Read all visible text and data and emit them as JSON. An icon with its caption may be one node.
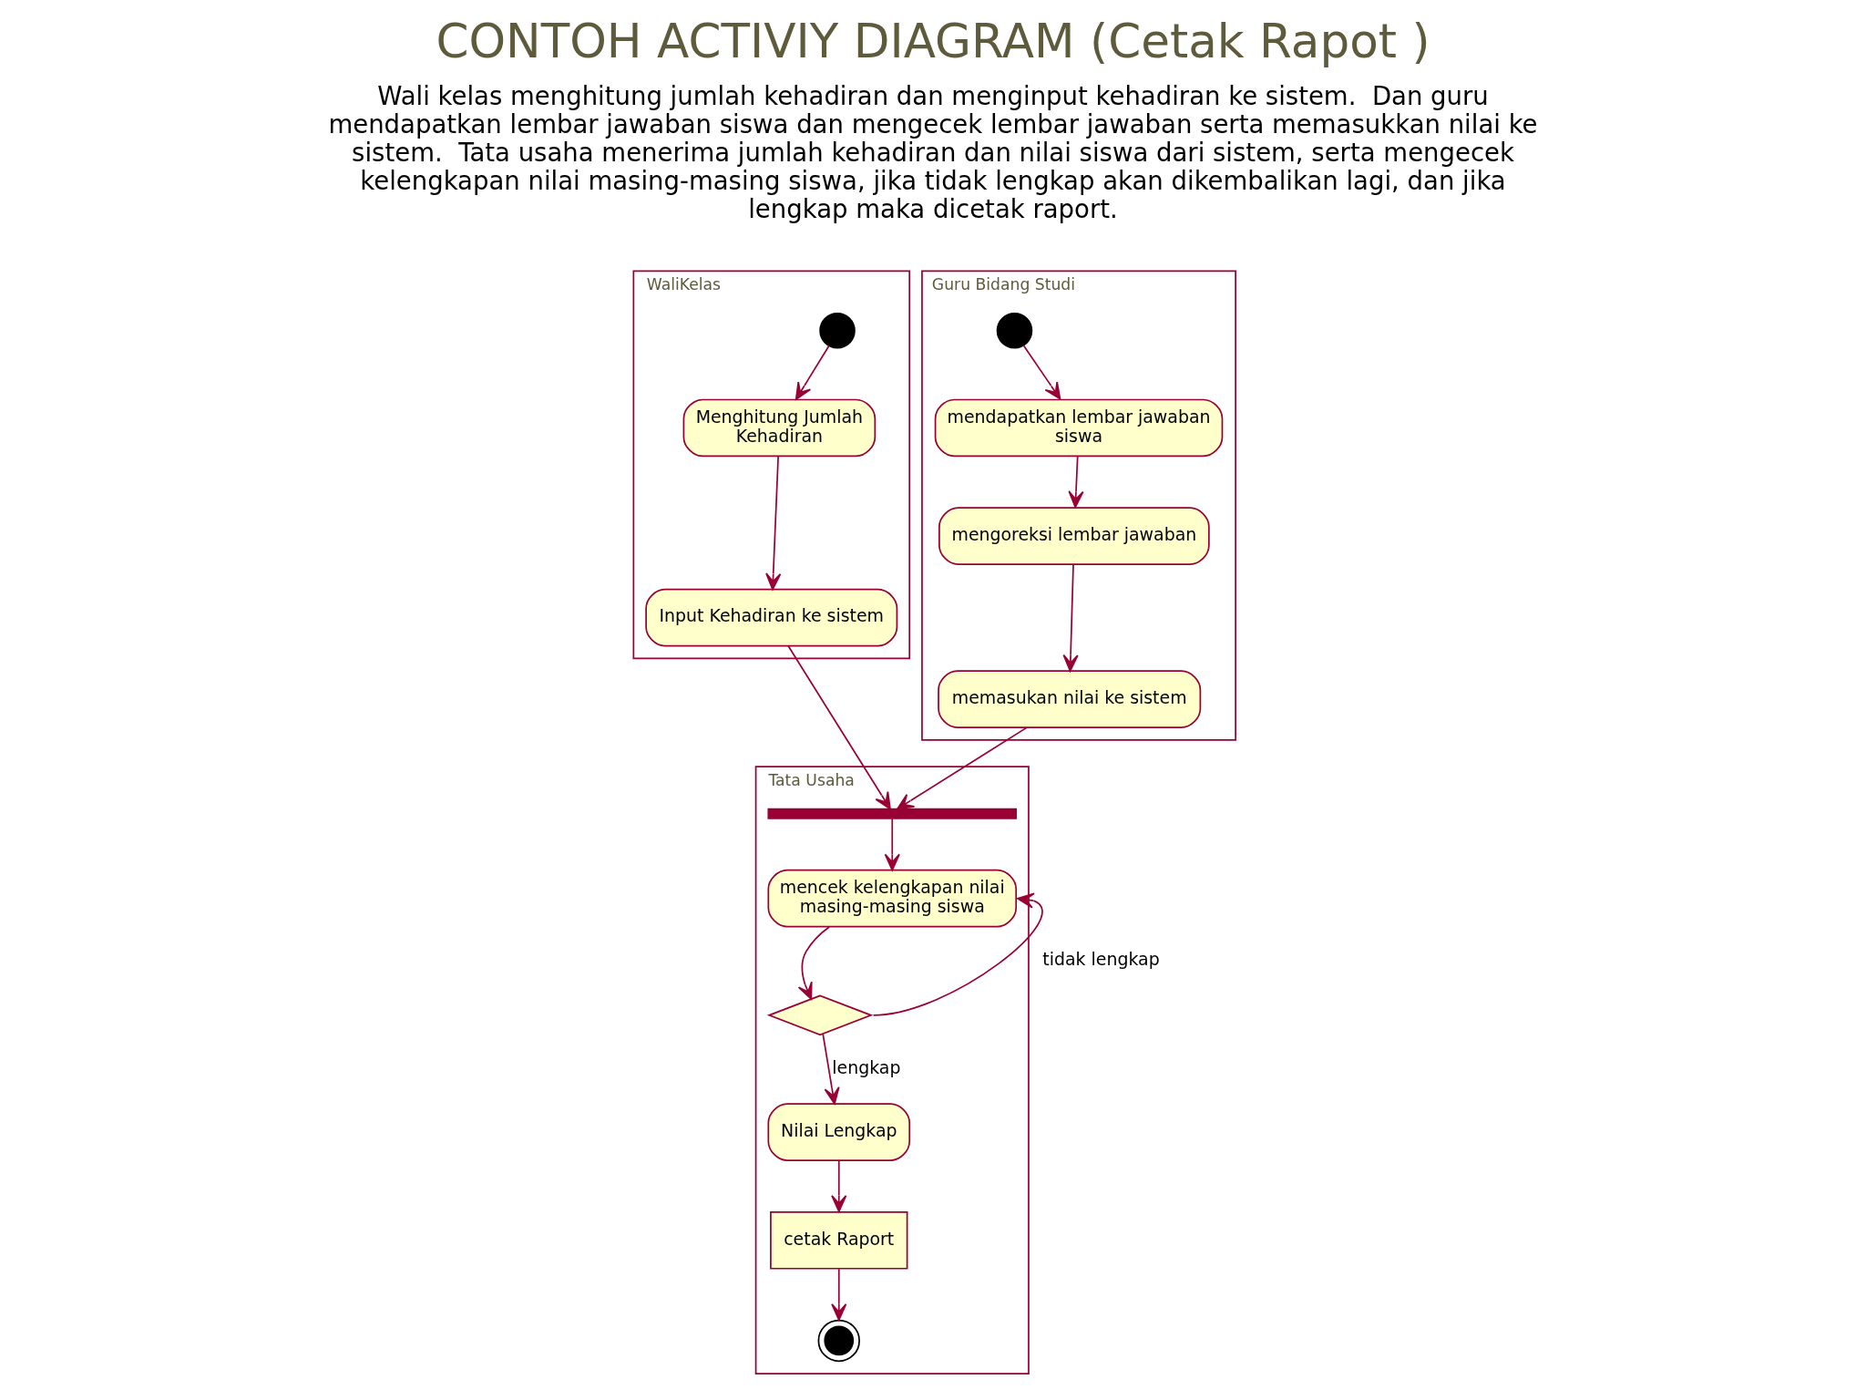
{
  "diagram": {
    "title": "CONTOH ACTIVIY DIAGRAM (Cetak Rapot )",
    "nodes": [
      {
        "text": [
          "WaliKelas"
        ]
      },
      {
        "text": [
          "Tata Usaha"
        ]
      },
      {
        "text": [
          "Guru Bidang Studi"
        ]
      },
      {
        "text": [],
        "shape": "circle",
        "in": 0
      },
      {
        "text": [
          "Menghitung Jumlah Kehadiran"
        ],
        "in": 0
      },
      {
        "text": [
          "Input Kehadiran ke sistem"
        ],
        "in": 0
      },
      {
        "text": [],
        "shape": "circle",
        "in": 2
      },
      {
        "text": [
          "mendapatkan lembar jawaban siswa"
        ],
        "in": 2
      },
      {
        "text": [
          "mengoreksi lembar jawaban"
        ],
        "in": 2
      },
      {
        "text": [
          "memasukan nilai ke sistem"
        ],
        "in": 2
      },
      {
        "text": [],
        "shape": "bar",
        "in": 1
      },
      {
        "text": [
          "mencek kelengkapan nilai masing-masing siswa"
        ],
        "in": 1
      },
      {
        "text": [],
        "shape": "diamond",
        "in": 1
      },
      {
        "text": [
          "Nilai Lengkap"
        ],
        "in": 1
      },
      {
        "text": [
          "cetak Raport"
        ],
        "in": 1
      },
      {
        "text": [],
        "shape": "circle",
        "in": 1
      }
    ],
    "edges": [
      {
        "from": 3,
        "to": 4,
        "arrow": "to"
      },
      {
        "from": 4,
        "to": 5,
        "arrow": "to"
      },
      {
        "from": 5,
        "to": 10,
        "arrow": "to"
      },
      {
        "from": 6,
        "to": 7,
        "arrow": "to"
      },
      {
        "from": 7,
        "to": 8,
        "arrow": "to"
      },
      {
        "from": 8,
        "to": 9,
        "arrow": "to"
      },
      {
        "from": 9,
        "to": 10,
        "arrow": "to"
      },
      {
        "from": 10,
        "to": 11,
        "arrow": "to"
      },
      {
        "from": 11,
        "to": 12,
        "arrow": "to"
      },
      {
        "from": 12,
        "to": 11,
        "arrow": "to",
        "label": "tidak lengkap"
      },
      {
        "from": 12,
        "to": 13,
        "arrow": "to",
        "label": "lengkap"
      },
      {
        "from": 13,
        "to": 14,
        "arrow": "to"
      },
      {
        "from": 14,
        "to": 15,
        "arrow": "to"
      }
    ],
    "labels": [
      "Wali kelas menghitung jumlah kehadiran dan menginput kehadiran ke sistem.  Dan guru mendapatkan lembar jawaban siswa dan mengecek lembar jawaban serta memasukkan nilai ke sistem.  Tata usaha menerima jumlah kehadiran dan nilai siswa dari sistem, serta mengecek kelengkapan nilai masing-masing siswa, jika tidak lengkap akan dikembalikan lagi, dan jika lengkap maka dicetak raport."
    ]
  }
}
